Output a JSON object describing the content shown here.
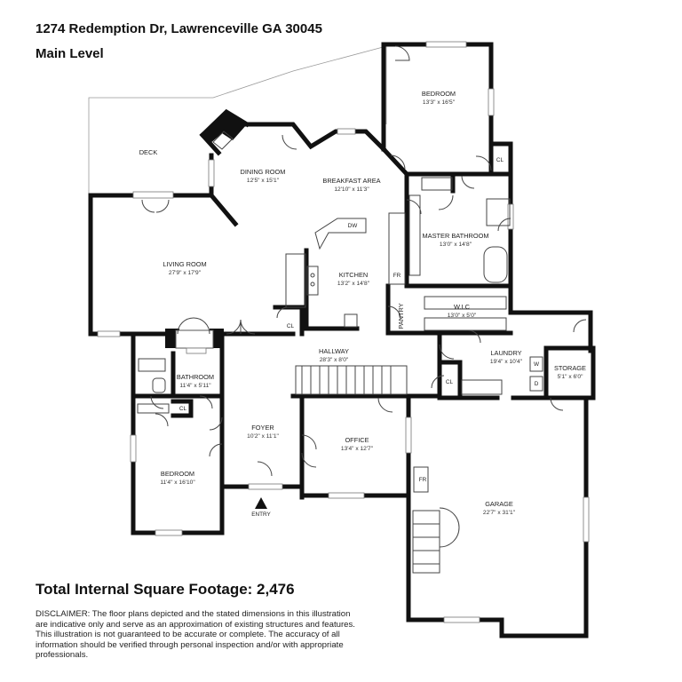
{
  "header": {
    "address": "1274 Redemption Dr, Lawrenceville GA 30045",
    "level": "Main Level"
  },
  "rooms": {
    "deck": {
      "name": "DECK"
    },
    "dining": {
      "name": "DINING ROOM",
      "dims": "12'5\" x 15'1\""
    },
    "breakfast": {
      "name": "BREAKFAST AREA",
      "dims": "12'10\" x 11'3\""
    },
    "bedroom_master": {
      "name": "BEDROOM",
      "dims": "13'3\" x 16'5\""
    },
    "master_bath": {
      "name": "MASTER BATHROOM",
      "dims": "13'0\" x 14'8\""
    },
    "living": {
      "name": "LIVING ROOM",
      "dims": "27'9\" x 17'9\""
    },
    "kitchen": {
      "name": "KITCHEN",
      "dims": "13'2\" x 14'8\""
    },
    "wic": {
      "name": "W.I.C",
      "dims": "13'0\" x 5'0\""
    },
    "pantry": {
      "name": "PANTRY"
    },
    "hallway": {
      "name": "HALLWAY",
      "dims": "28'3\" x 8'0\""
    },
    "laundry": {
      "name": "LAUNDRY",
      "dims": "19'4\" x 10'4\""
    },
    "storage": {
      "name": "STORAGE",
      "dims": "5'1\" x 6'0\""
    },
    "bathroom": {
      "name": "BATHROOM",
      "dims": "11'4\" x 5'11\""
    },
    "foyer": {
      "name": "FOYER",
      "dims": "10'2\" x 11'1\""
    },
    "office": {
      "name": "OFFICE",
      "dims": "13'4\" x 12'7\""
    },
    "bedroom2": {
      "name": "BEDROOM",
      "dims": "11'4\" x 16'10\""
    },
    "garage": {
      "name": "GARAGE",
      "dims": "22'7\" x 31'1\""
    }
  },
  "labels": {
    "cl": "CL",
    "dw": "DW",
    "fr": "FR",
    "w": "W",
    "d": "D",
    "entry": "ENTRY"
  },
  "footer": {
    "sqft": "Total Internal Square Footage: 2,476",
    "disclaimer": "DISCLAIMER: The floor plans depicted and the stated dimensions in this illustration are indicative only and serve as an approximation of existing structures and features. This illustration is not guaranteed to be accurate or complete. The accuracy of all information should be verified through personal inspection and/or with appropriate professionals."
  }
}
